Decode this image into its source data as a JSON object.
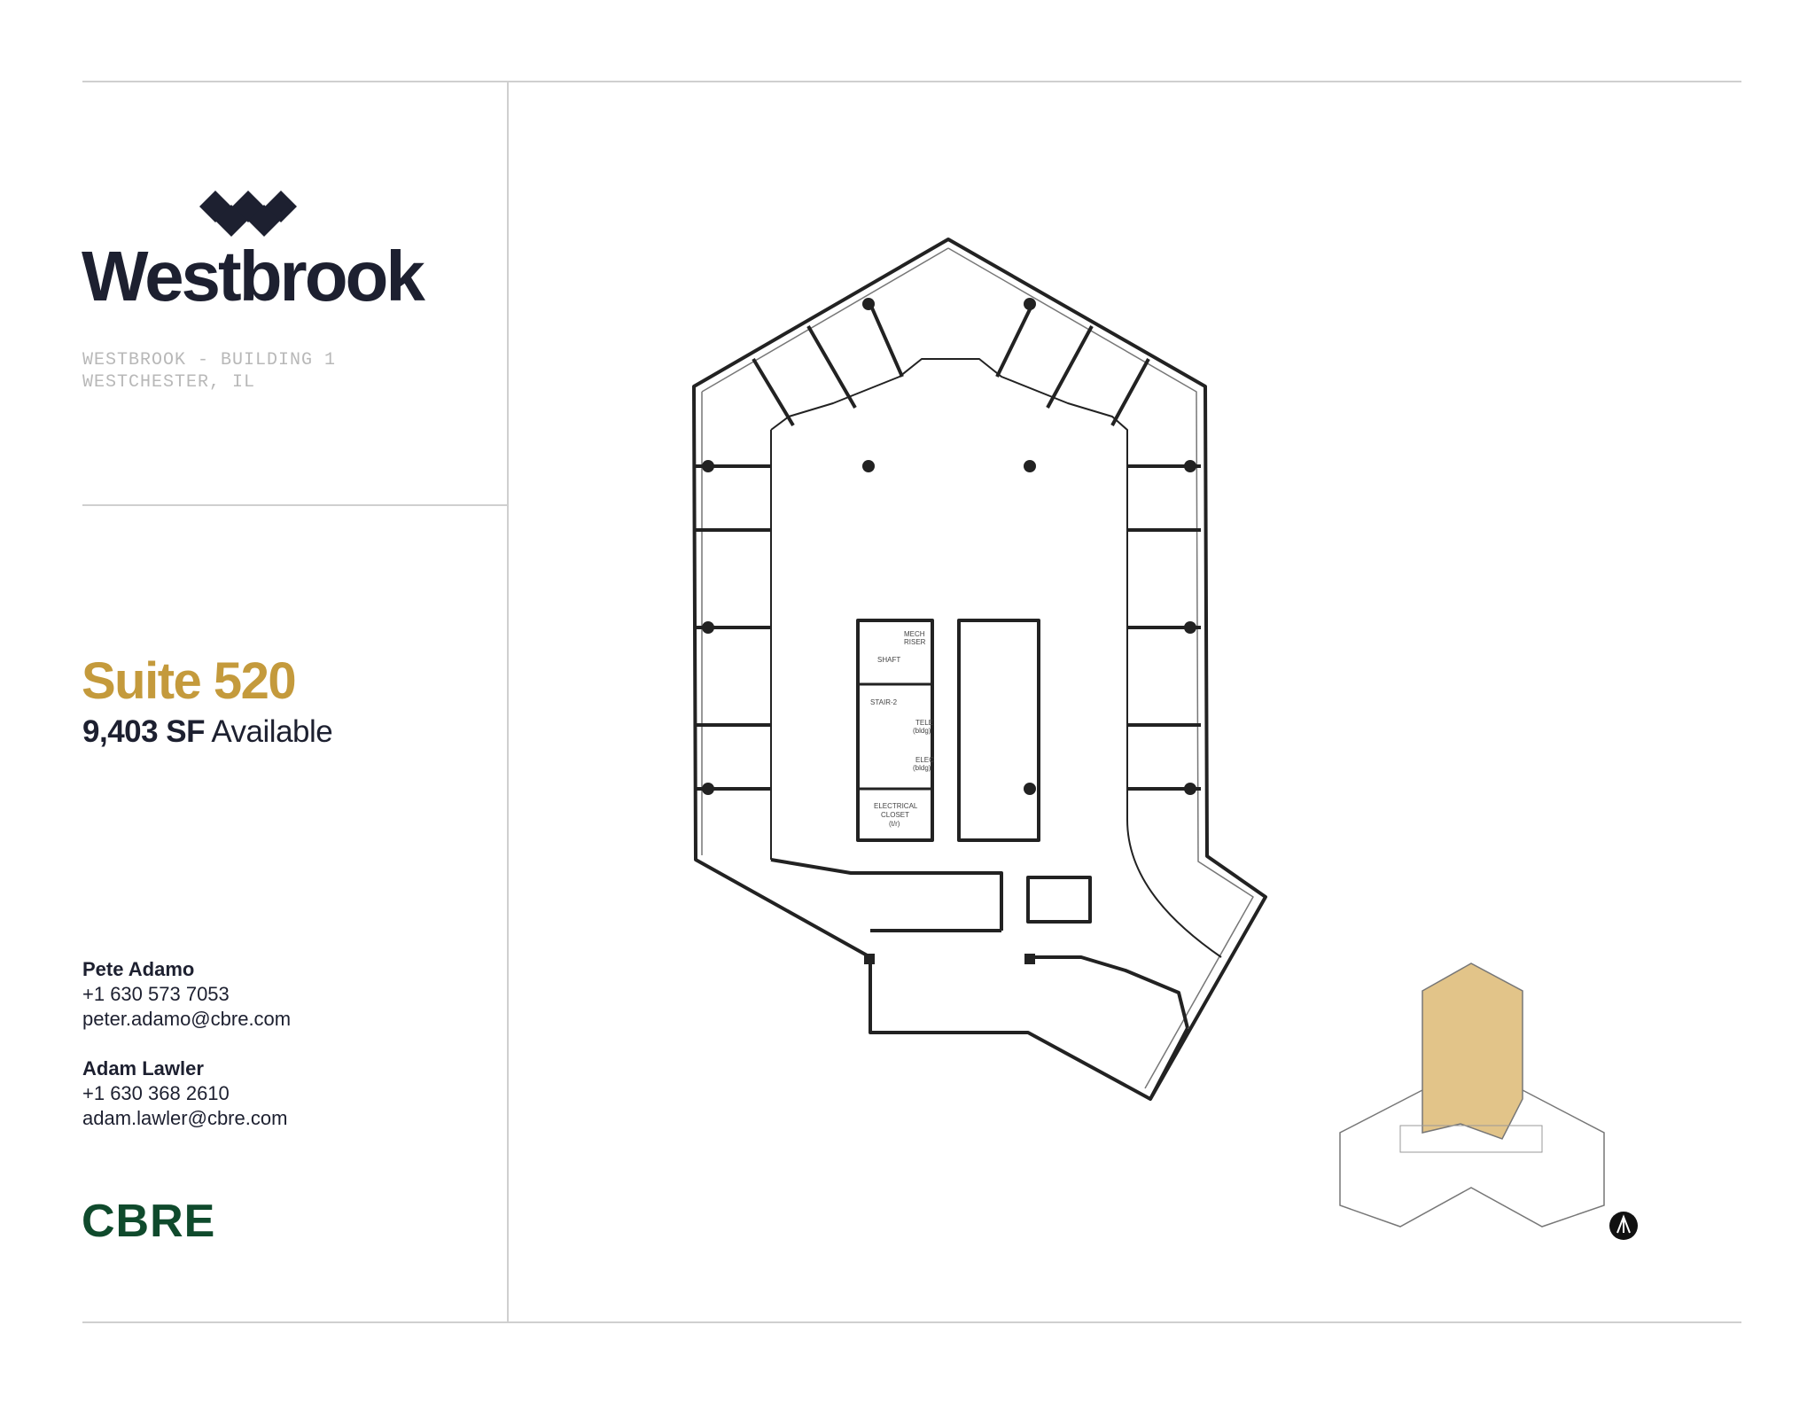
{
  "brand": {
    "logo_icon": "diamond-cluster-icon",
    "name": "Westbrook",
    "color": "#1d2030"
  },
  "property": {
    "address_line1": "WESTBROOK - BUILDING 1",
    "address_line2": "WESTCHESTER, IL"
  },
  "suite": {
    "title": "Suite 520",
    "size_value": "9,403 SF",
    "size_label": "Available",
    "accent_color": "#c49a3c"
  },
  "contacts": [
    {
      "name": "Pete Adamo",
      "phone": "+1 630 573 7053",
      "email": "peter.adamo@cbre.com"
    },
    {
      "name": "Adam Lawler",
      "phone": "+1 630 368 2610",
      "email": "adam.lawler@cbre.com"
    }
  ],
  "broker": {
    "name": "CBRE",
    "color": "#0f4a2c"
  },
  "floorplan": {
    "labels": {
      "mech_riser_1": "MECH",
      "mech_riser_2": "RISER",
      "shaft": "SHAFT",
      "stair": "STAIR-2",
      "tele_1": "TELE",
      "tele_2": "(bldg)",
      "elec_1": "ELEC",
      "elec_2": "(bldg)",
      "elec_closet_1": "ELECTRICAL",
      "elec_closet_2": "CLOSET",
      "elec_closet_3": "(t/r)"
    }
  },
  "keyplan": {
    "highlight_color": "#e2c489",
    "north_arrow_icon": "north-arrow-icon"
  }
}
